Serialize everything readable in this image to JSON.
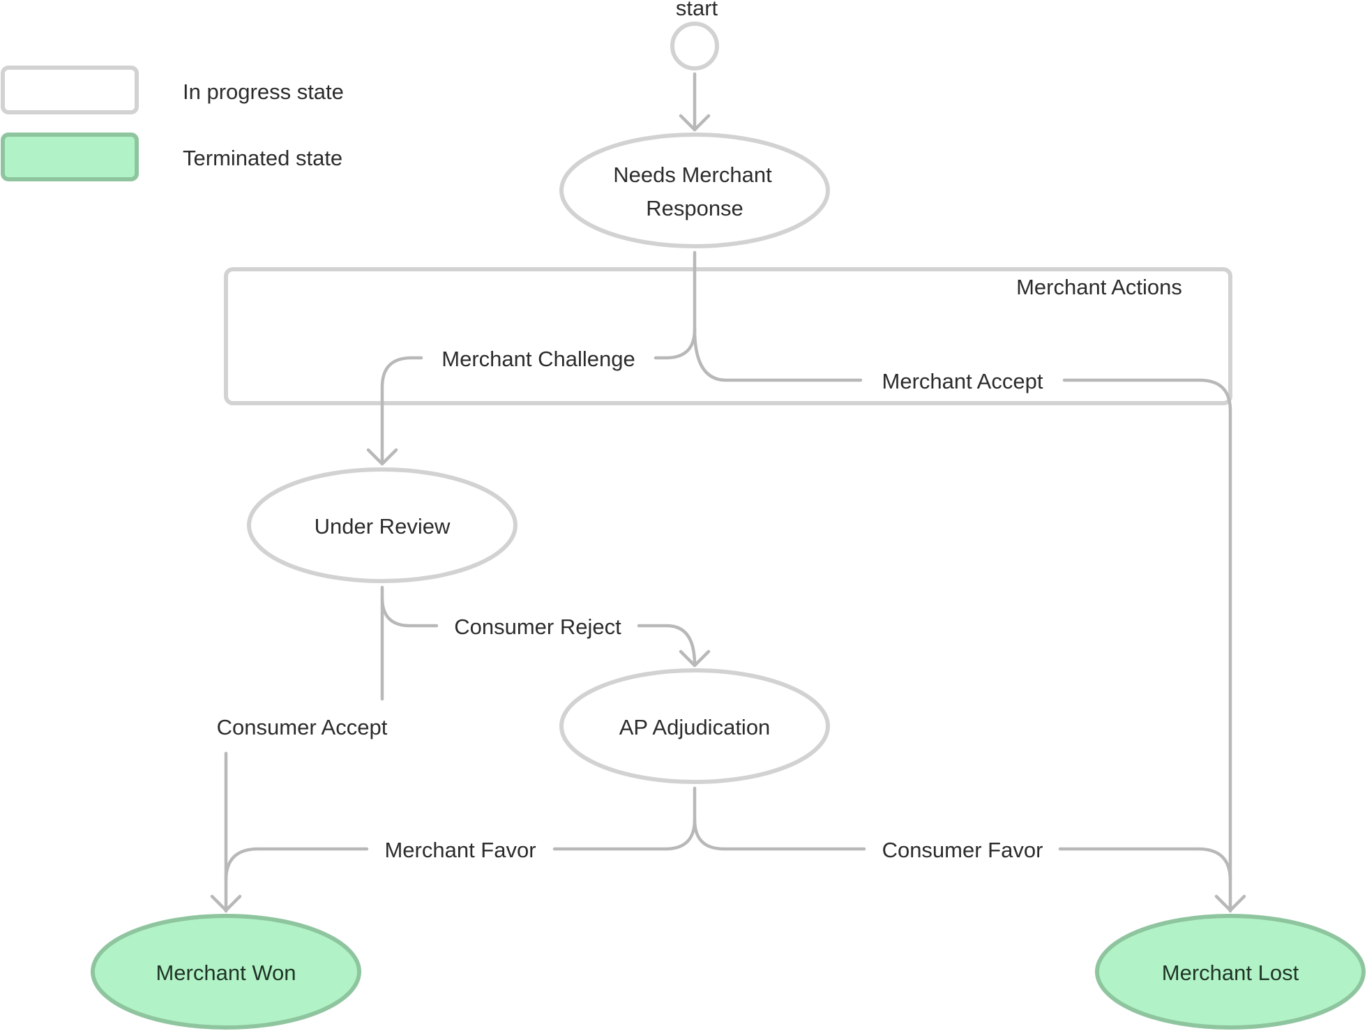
{
  "colors": {
    "in_progress_fill": "#ffffff",
    "in_progress_stroke": "#d2d2d2",
    "terminated_fill": "#b1f3c6",
    "terminated_stroke": "#8ec59f",
    "edge": "#b8b8b8",
    "text": "#2b2b2b"
  },
  "legend": {
    "in_progress_label": "In progress state",
    "terminated_label": "Terminated state"
  },
  "start_label": "start",
  "group_label": "Merchant Actions",
  "states": {
    "needs_merchant_response": {
      "line1": "Needs Merchant",
      "line2": "Response"
    },
    "under_review": "Under Review",
    "ap_adjudication": "AP Adjudication",
    "merchant_won": "Merchant Won",
    "merchant_lost": "Merchant Lost"
  },
  "transitions": {
    "merchant_challenge": "Merchant Challenge",
    "merchant_accept": "Merchant Accept",
    "consumer_reject": "Consumer Reject",
    "consumer_accept": "Consumer Accept",
    "merchant_favor": "Merchant Favor",
    "consumer_favor": "Consumer Favor"
  }
}
